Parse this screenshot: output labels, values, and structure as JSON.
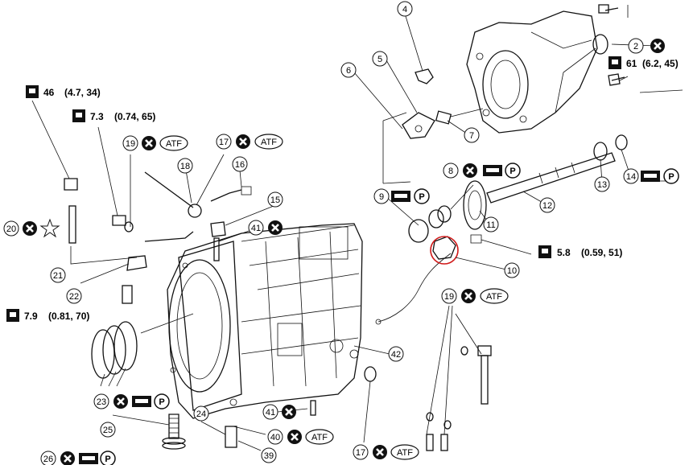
{
  "torques": [
    {
      "id": "t46",
      "value": "46",
      "detail": "(4.7,  34)"
    },
    {
      "id": "t73",
      "value": "7.3",
      "detail": "(0.74,  65)"
    },
    {
      "id": "t61",
      "value": "61",
      "detail": "(6.2, 45)"
    },
    {
      "id": "t58",
      "value": "5.8",
      "detail": "(0.59,  51)"
    },
    {
      "id": "t79",
      "value": "7.9",
      "detail": "(0.81,  70)"
    }
  ],
  "callouts": [
    "2",
    "4",
    "5",
    "6",
    "7",
    "8",
    "9",
    "10",
    "11",
    "12",
    "13",
    "14",
    "15",
    "16",
    "17",
    "18",
    "19",
    "20",
    "21",
    "22",
    "23",
    "24",
    "25",
    "26",
    "39",
    "40",
    "41",
    "42"
  ],
  "symbols": {
    "atf": "ATF",
    "petroleum_jelly": "P"
  },
  "colors": {
    "line": "#111111",
    "highlight": "#d01818",
    "background": "#ffffff"
  }
}
